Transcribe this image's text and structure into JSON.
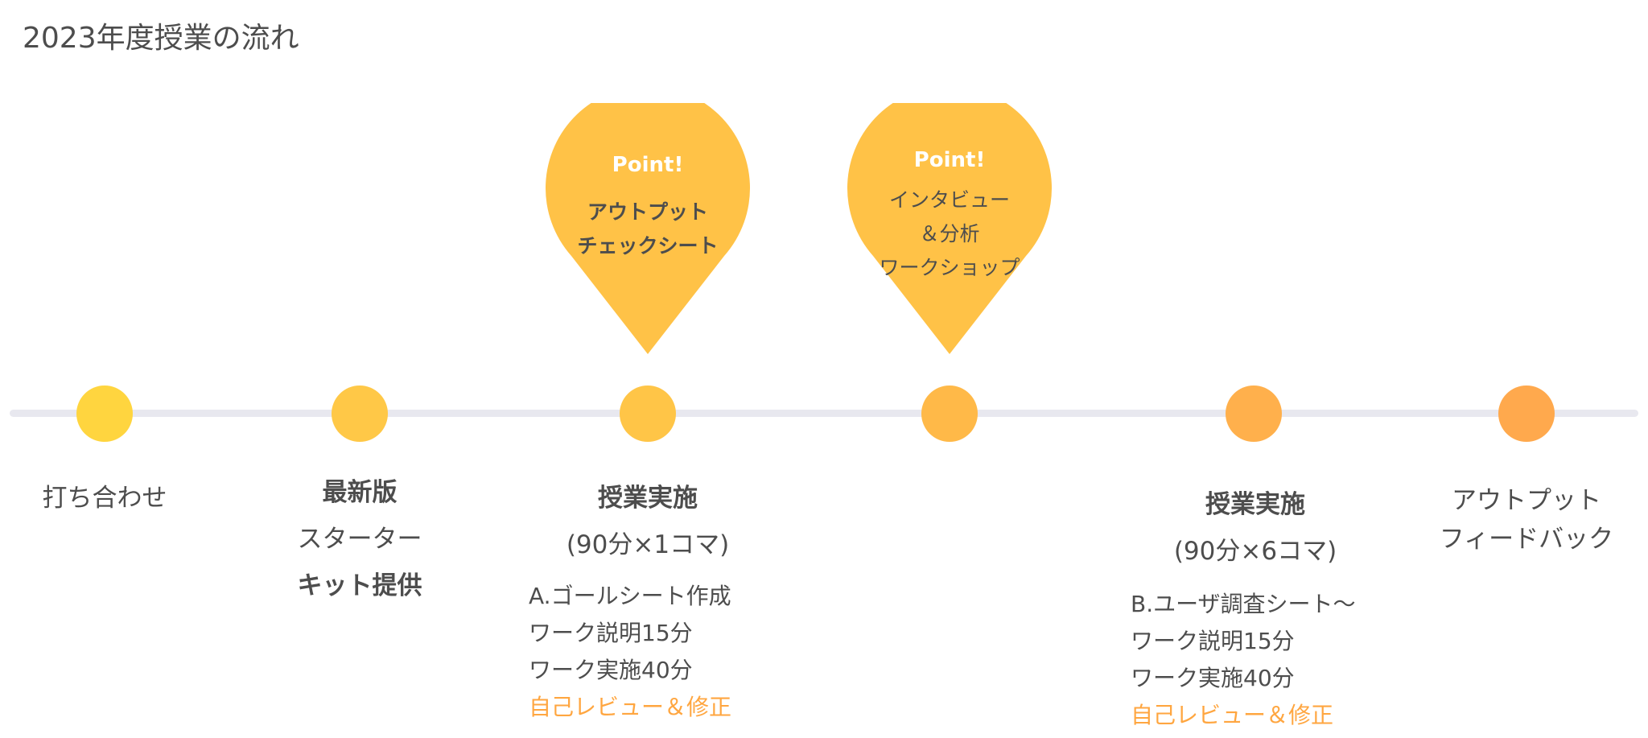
{
  "title": "2023年度授業の流れ",
  "colors": {
    "line": "#e8e8ef",
    "pin": "#ffc247",
    "highlight": "#ffa640",
    "dots": [
      "#ffd53f",
      "#ffc847",
      "#ffc547",
      "#ffb948",
      "#ffb04c",
      "#ffa94d"
    ]
  },
  "pins": [
    {
      "badge": "Point!",
      "lines": [
        "アウトプット",
        "チェックシート"
      ]
    },
    {
      "badge": "Point!",
      "lines": [
        "インタビュー",
        "＆分析",
        "ワークショップ"
      ]
    }
  ],
  "steps": [
    {
      "lines": [
        "打ち合わせ"
      ]
    },
    {
      "lines": [
        "最新版",
        "スターター",
        "キット提供"
      ]
    },
    {
      "lines": [
        "授業実施",
        "(90分×1コマ)"
      ],
      "details": [
        "A.ゴールシート作成",
        "ワーク説明15分",
        "ワーク実施40分"
      ],
      "highlight": "自己レビュー＆修正"
    },
    {
      "lines": []
    },
    {
      "lines": [
        "授業実施",
        "(90分×6コマ)"
      ],
      "details": [
        "B.ユーザ調査シート～",
        "ワーク説明15分",
        "ワーク実施40分"
      ],
      "highlight": "自己レビュー＆修正"
    },
    {
      "lines": [
        "アウトプット",
        "フィードバック"
      ]
    }
  ]
}
